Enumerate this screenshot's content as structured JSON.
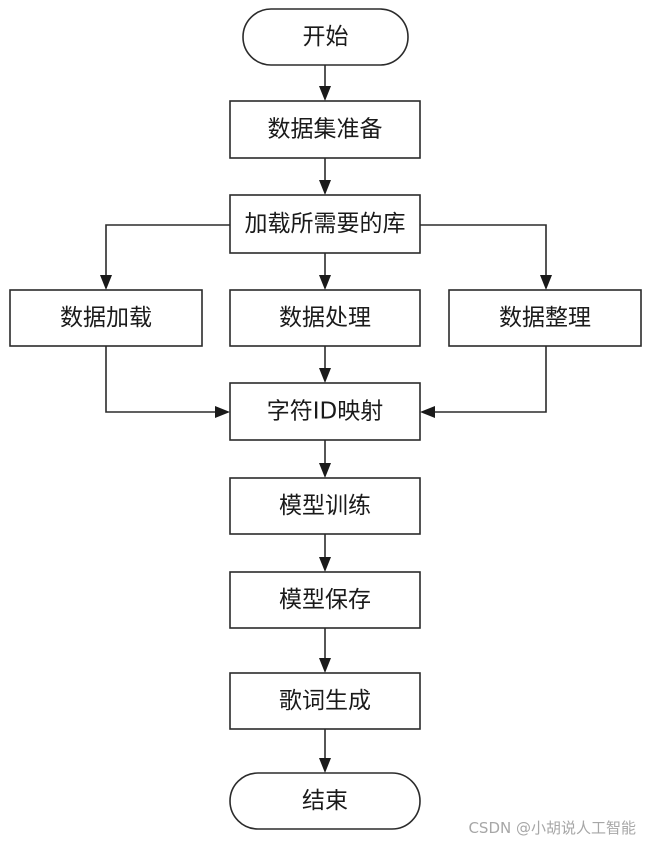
{
  "flowchart": {
    "nodes": {
      "start": "开始",
      "prepare": "数据集准备",
      "libs": "加载所需要的库",
      "load": "数据加载",
      "process": "数据处理",
      "organize": "数据整理",
      "map": "字符ID映射",
      "train": "模型训练",
      "save": "模型保存",
      "generate": "歌词生成",
      "end": "结束"
    }
  },
  "watermark": "CSDN @小胡说人工智能"
}
